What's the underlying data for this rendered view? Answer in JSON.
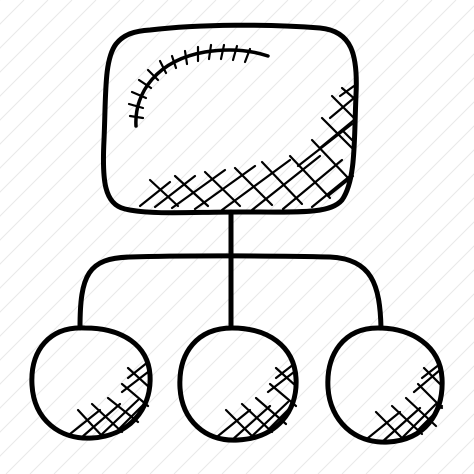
{
  "icon": {
    "name": "hierarchy-structure-icon",
    "style": "hand-drawn sketch",
    "stroke_color": "#000000",
    "background_color": "#ffffff",
    "background_pattern_color": "#e9e9e9",
    "nodes": {
      "parent_count": 1,
      "child_count": 3
    }
  }
}
